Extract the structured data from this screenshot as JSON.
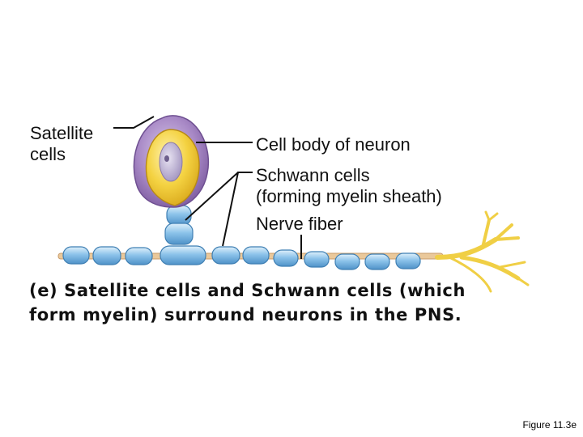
{
  "labels": {
    "satellite_line1": "Satellite",
    "satellite_line2": "cells",
    "cell_body": "Cell body of neuron",
    "schwann_line1": "Schwann cells",
    "schwann_line2": "(forming myelin sheath)",
    "nerve_fiber": "Nerve fiber"
  },
  "caption": {
    "line1": "(e) Satellite cells and Schwann cells (which",
    "line2": "form myelin) surround neurons in the PNS."
  },
  "figure_ref": "Figure 11.3e",
  "colors": {
    "satellite": "#9a79b8",
    "cell_body": "#f2cf3a",
    "nucleus": "#c6bdd8",
    "schwann": "#7fb8e6",
    "axon": "#eac89a",
    "dendrite": "#f3d24a",
    "leader": "#111111"
  }
}
